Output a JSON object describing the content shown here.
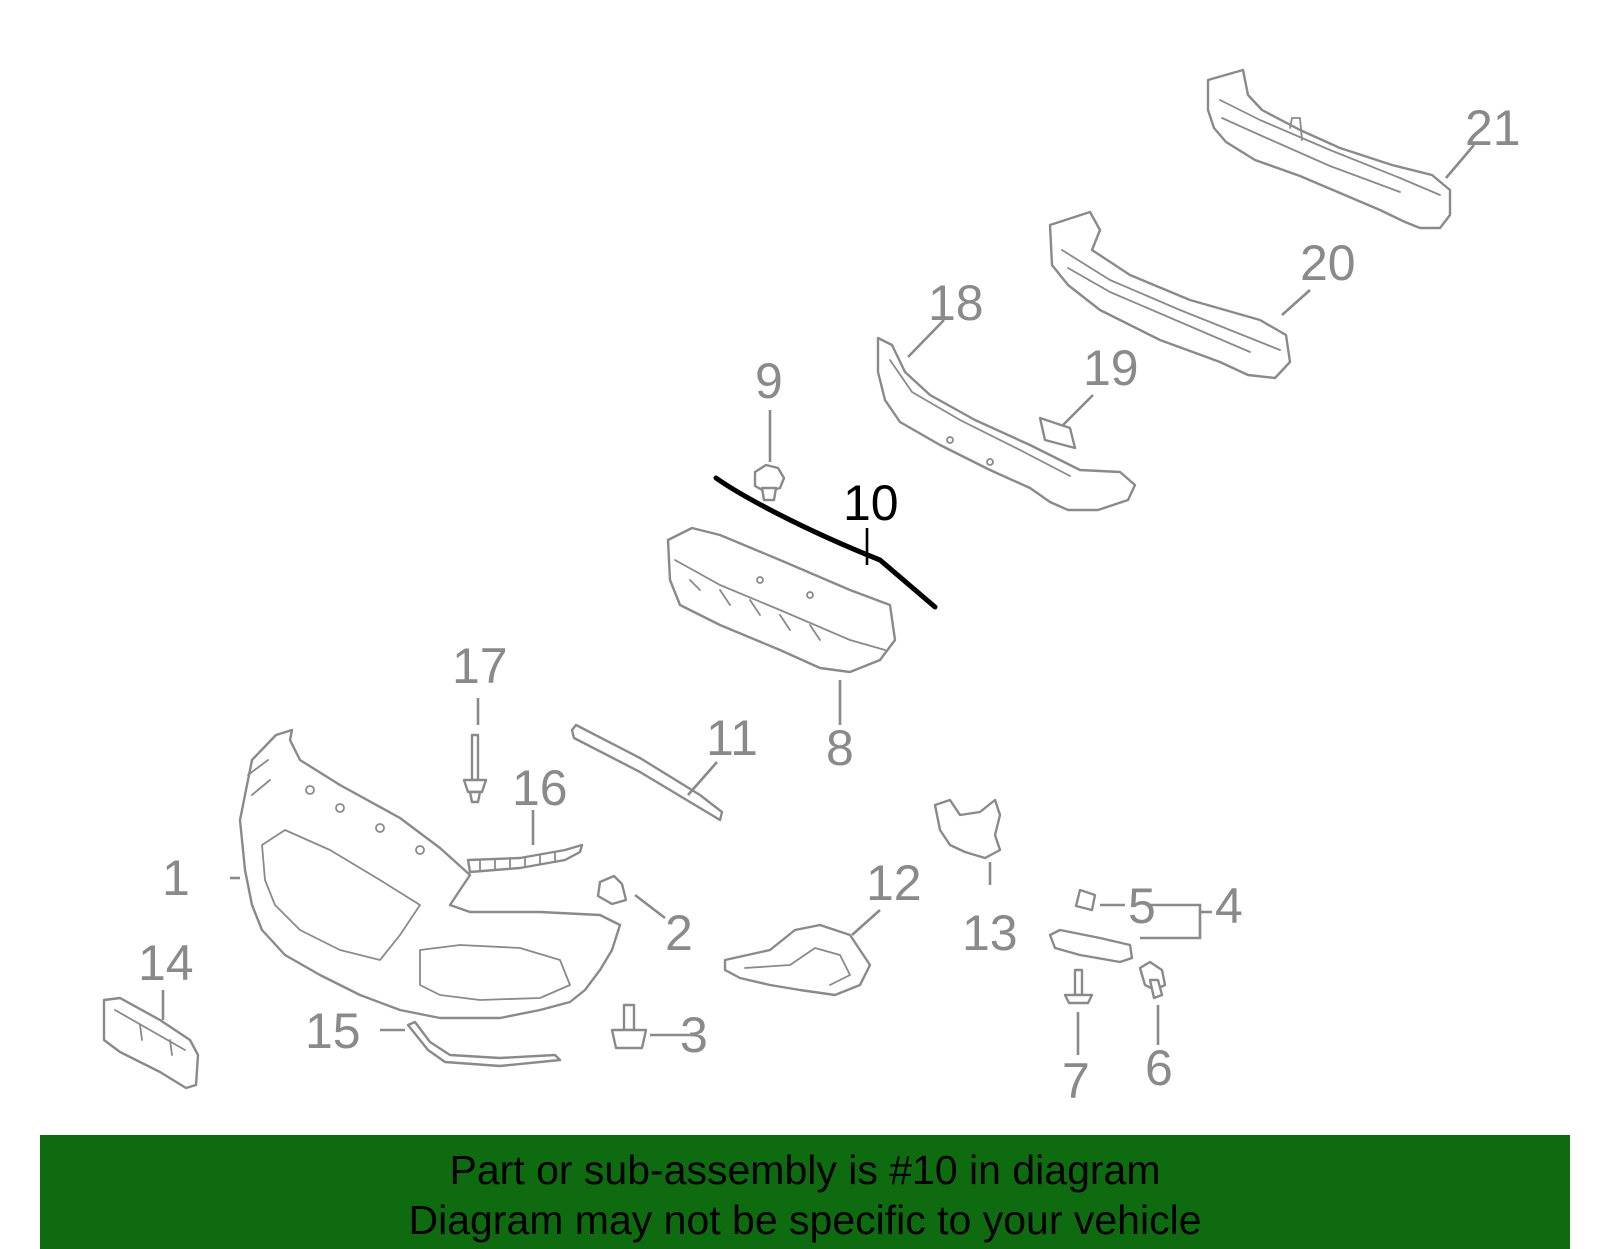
{
  "diagram": {
    "highlight_color": "#000000",
    "part_color": "#8a8a8a",
    "callouts": [
      {
        "id": "1",
        "label": "1"
      },
      {
        "id": "2",
        "label": "2"
      },
      {
        "id": "3",
        "label": "3"
      },
      {
        "id": "4",
        "label": "4"
      },
      {
        "id": "5",
        "label": "5"
      },
      {
        "id": "6",
        "label": "6"
      },
      {
        "id": "7",
        "label": "7"
      },
      {
        "id": "8",
        "label": "8"
      },
      {
        "id": "9",
        "label": "9"
      },
      {
        "id": "10",
        "label": "10",
        "highlighted": true
      },
      {
        "id": "11",
        "label": "11"
      },
      {
        "id": "12",
        "label": "12"
      },
      {
        "id": "13",
        "label": "13"
      },
      {
        "id": "14",
        "label": "14"
      },
      {
        "id": "15",
        "label": "15"
      },
      {
        "id": "16",
        "label": "16"
      },
      {
        "id": "17",
        "label": "17"
      },
      {
        "id": "18",
        "label": "18"
      },
      {
        "id": "19",
        "label": "19"
      },
      {
        "id": "20",
        "label": "20"
      },
      {
        "id": "21",
        "label": "21"
      }
    ]
  },
  "banner": {
    "color": "#0f6b0f",
    "line1": "Part or sub-assembly is #10 in diagram",
    "line2": "Diagram may not be specific to your vehicle"
  }
}
